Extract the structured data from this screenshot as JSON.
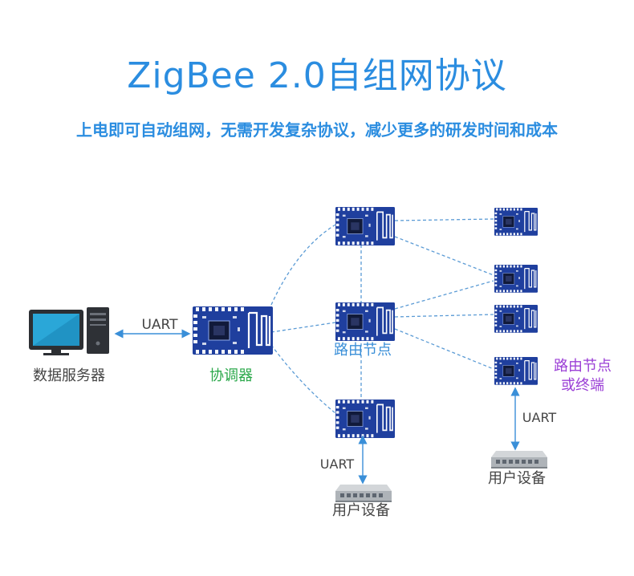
{
  "header": {
    "title": "ZigBee 2.0自组网协议",
    "subtitle": "上电即可自动组网，无需开发复杂协议，减少更多的研发时间和成本"
  },
  "diagram": {
    "server_label": "数据服务器",
    "coordinator_label": "协调器",
    "router_node_label": "路由节点",
    "router_or_end_label_line1": "路由节点",
    "router_or_end_label_line2": "或终端",
    "uart_label_server": "UART",
    "uart_label_bottom": "UART",
    "uart_label_right": "UART",
    "user_device_label_bottom": "用户设备",
    "user_device_label_right": "用户设备"
  },
  "colors": {
    "title": "#2b8de0",
    "link_line": "#5b9bd5",
    "coordinator_label": "#2aa84a",
    "router_label": "#3a8fd8",
    "router_or_end_label": "#9b3fd6",
    "module_pcb": "#1f3f9e",
    "text_dark": "#444444"
  }
}
